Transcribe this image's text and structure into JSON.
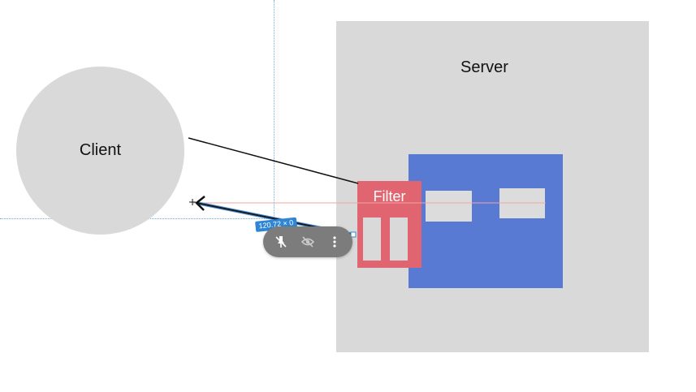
{
  "client": {
    "label": "Client"
  },
  "server": {
    "label": "Server"
  },
  "filter": {
    "label": "Filter"
  },
  "dimension_badge": {
    "text": "120.72 × 0"
  },
  "toolbar": {
    "buttons": [
      {
        "icon": "pin-off-icon"
      },
      {
        "icon": "eye-off-icon"
      },
      {
        "icon": "more-vertical-icon"
      }
    ]
  },
  "colors": {
    "shape_gray": "#d9d9d9",
    "app_blue": "#587ad3",
    "filter_red": "#e06570",
    "selection_blue": "#2f86d6",
    "toolbar_gray": "#7c7c7c"
  }
}
